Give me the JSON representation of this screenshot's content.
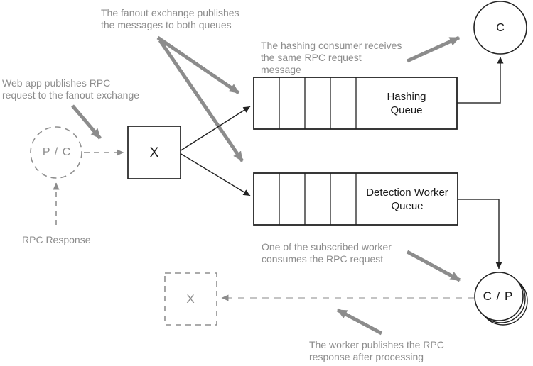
{
  "nodes": {
    "producer_consumer": {
      "label": "P / C"
    },
    "fanout_exchange": {
      "label": "X"
    },
    "hashing_queue": {
      "label": "Hashing\nQueue"
    },
    "detection_worker_queue": {
      "label": "Detection Worker\nQueue"
    },
    "hashing_consumer": {
      "label": "C"
    },
    "worker_consumer_producer": {
      "label": "C / P"
    },
    "response_exchange": {
      "label": "X"
    }
  },
  "annotations": {
    "fanout": "The fanout exchange publishes\nthe messages to both queues",
    "webapp": "Web app publishes RPC\nrequest to the fanout exchange",
    "hashing_consumer": "The hashing consumer receives\nthe same RPC request\nmessage",
    "worker": "One of the subscribed worker\nconsumes the RPC request",
    "response": "The worker publishes the RPC\nresponse after processing",
    "rpc_response": "RPC Response"
  },
  "colors": {
    "annotation_text": "#8c8c8c",
    "thick_arrow": "#8c8c8c",
    "solid_line": "#222222",
    "dashed_gray": "#8f8f8f",
    "dashed_light": "#b0b0b0",
    "node_text": "#1a1a1a",
    "background": "#ffffff"
  }
}
